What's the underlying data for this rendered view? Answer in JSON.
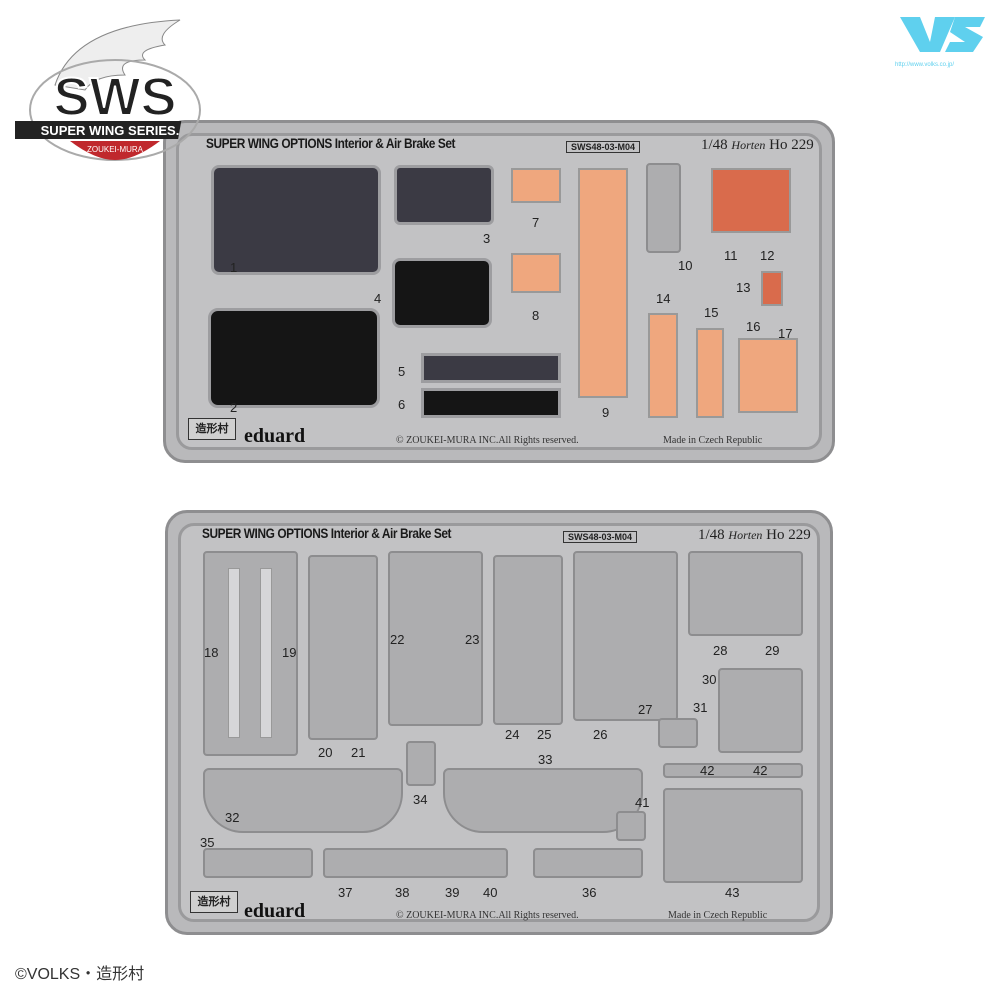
{
  "logo": {
    "text": "SWS",
    "subtitle": "SUPER WING SERIES.",
    "maker": "ZOUKEI-MURA"
  },
  "vs_logo": {
    "text": "VS",
    "url_text": "http://www.volks.co.jp/"
  },
  "frets": [
    {
      "title": "SUPER WING OPTIONS Interior & Air Brake Set",
      "code": "SWS48-03-M04",
      "scale": "1/48",
      "model_script": "Horten",
      "model": "Ho 229",
      "maker_stamp": "造形村",
      "brand": "eduard",
      "copyright": "© ZOUKEI-MURA INC.All Rights reserved.",
      "origin": "Made in Czech Republic",
      "part_numbers": [
        "1",
        "2",
        "3",
        "4",
        "5",
        "6",
        "7",
        "8",
        "9",
        "10",
        "11",
        "12",
        "13",
        "14",
        "15",
        "16",
        "17"
      ]
    },
    {
      "title": "SUPER WING OPTIONS Interior & Air Brake Set",
      "code": "SWS48-03-M04",
      "scale": "1/48",
      "model_script": "Horten",
      "model": "Ho 229",
      "maker_stamp": "造形村",
      "brand": "eduard",
      "copyright": "© ZOUKEI-MURA INC.All Rights reserved.",
      "origin": "Made in Czech Republic",
      "part_numbers": [
        "18",
        "19",
        "20",
        "21",
        "22",
        "23",
        "24",
        "25",
        "26",
        "27",
        "28",
        "29",
        "30",
        "31",
        "32",
        "33",
        "34",
        "35",
        "36",
        "37",
        "38",
        "39",
        "40",
        "41",
        "42",
        "42",
        "43"
      ]
    }
  ],
  "footer": "©VOLKS・造形村",
  "colors": {
    "fret": "#b9b9bb",
    "orange": "#efa77e",
    "panel": "#3b3a44",
    "vs": "#5fd0ee",
    "logo_red": "#c0282d"
  }
}
